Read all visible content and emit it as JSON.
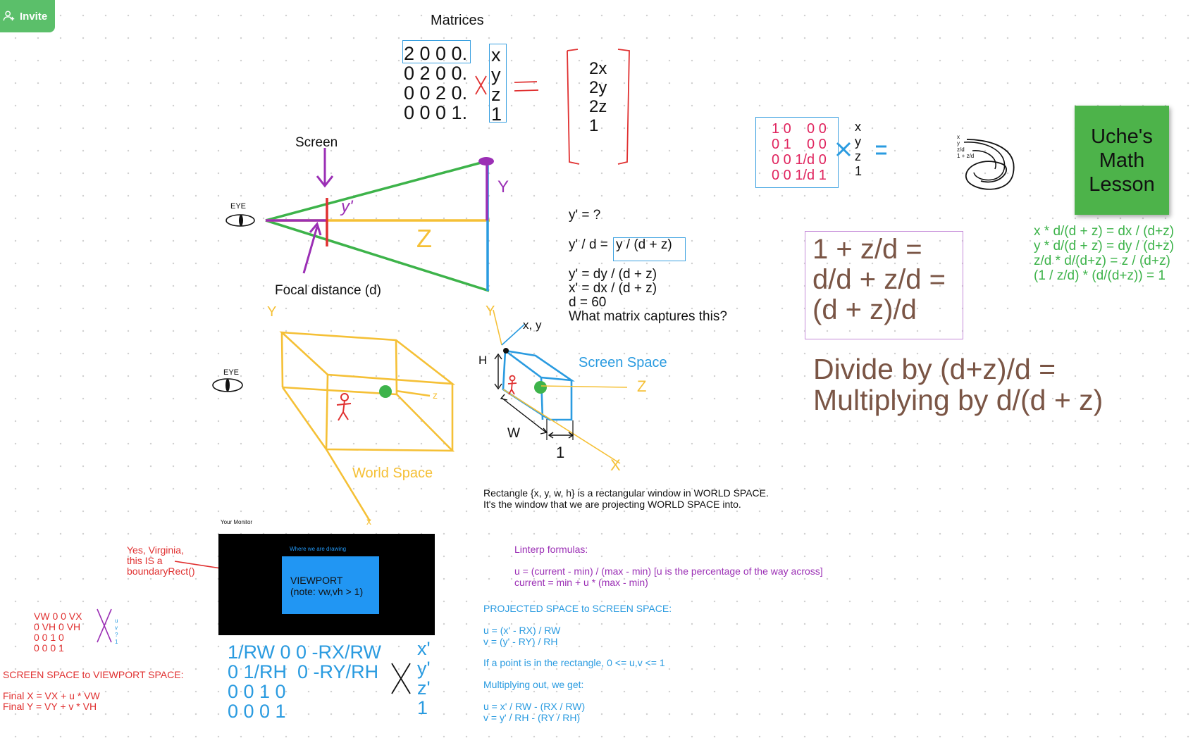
{
  "invite": {
    "label": "Invite",
    "icon": "add-person-icon"
  },
  "matrices": {
    "title": "Matrices",
    "scale_matrix": "2 0 0 0.\n0 2 0 0.\n0 0 2 0.\n0 0 0 1.",
    "vector": "x\ny\nz\n1",
    "result": "2x\n2y\n2z\n1"
  },
  "projection_sketch": {
    "screen": "Screen",
    "eye": "EYE",
    "focal": "Focal distance (d)",
    "y_label": "Y",
    "y_prime": "y'",
    "z_label": "Z"
  },
  "projection_text": {
    "q": "y' = ?",
    "ratio_left": "y' / d =",
    "ratio_right": "y / (d + z)",
    "lines": "y' = dy / (d + z)\nx' = dx / (d + z)\nd = 60\nWhat matrix captures this?"
  },
  "perspective_matrix": {
    "matrix": "1 0    0 0\n0 1    0 0\n0 0 1/d 0\n0 0 1/d 1",
    "vector": "x\ny\nz\n1",
    "mini_lines": "x\ny\nz/d\n1 + z/d"
  },
  "lesson": {
    "title": "Uche's\nMath\nLesson"
  },
  "green_equations": "x * d/(d + z) = dx / (d+z)\ny * d/(d + z) = dy / (d+z)\nz/d * d/(d+z) = z / (d+z)\n(1 / z/d) * (d/(d+z)) = 1",
  "identity": "1 + z/d =\nd/d + z/d =\n(d + z)/d",
  "divide": "Divide by (d+z)/d =\nMultiplying by d/(d + z)",
  "world": {
    "label": "World Space",
    "eye": "EYE",
    "y": "Y",
    "z": "z",
    "x": "x"
  },
  "screen_space": {
    "label": "Screen Space",
    "xy": "x, y",
    "h": "H",
    "w": "W",
    "one": "1",
    "y": "Y",
    "z": "Z",
    "x": "X"
  },
  "rect_note": "Rectangle {x, y, w, h} is a rectangular window in WORLD SPACE.\nIt's the window that we are projecting WORLD SPACE into.",
  "monitor": {
    "label": "Your Monitor",
    "drawing": "Where we are drawing",
    "viewport": "VIEWPORT\n(note: vw,vh > 1)",
    "callout": "Yes, Virginia,\nthis IS a\nboundaryRect()"
  },
  "red_matrix": "VW 0 0 VX\n0 VH 0 VH\n0 0 1 0\n0 0 0 1",
  "red_vec": "u\nv\n?\n1",
  "red_section": {
    "heading": "SCREEN SPACE to VIEWPORT SPACE:",
    "final": "Final X = VX + u * VW\nFinal Y = VY + v * VH"
  },
  "blue_matrix": "1/RW 0 0 -RX/RW\n0 1/RH  0 -RY/RH\n0 0 1 0\n0 0 0 1",
  "blue_vec": "x'\ny'\nz'\n1",
  "linterp": {
    "title": "Linterp formulas:",
    "lines": "u = (current - min) / (max - min) [u is the percentage of the way across]\ncurrent = min + u * (max - min)"
  },
  "projected": {
    "heading": "PROJECTED SPACE to SCREEN SPACE:",
    "uv": "u = (x' - RX) / RW\nv = (y' - RY) / RH",
    "inrect": "If a point is in the rectangle, 0 <= u,v <= 1",
    "mult": "Multiplying out, we get:",
    "result": "u = x' / RW - (RX / RW)\nv = y' / RH - (RY / RH)"
  },
  "colors": {
    "green": "#3db34a",
    "blue": "#2a9be0",
    "purple": "#9b2fb5",
    "red": "#e03030",
    "pink": "#e0245e",
    "yellow": "#f5c036",
    "brown": "#7a5545"
  }
}
